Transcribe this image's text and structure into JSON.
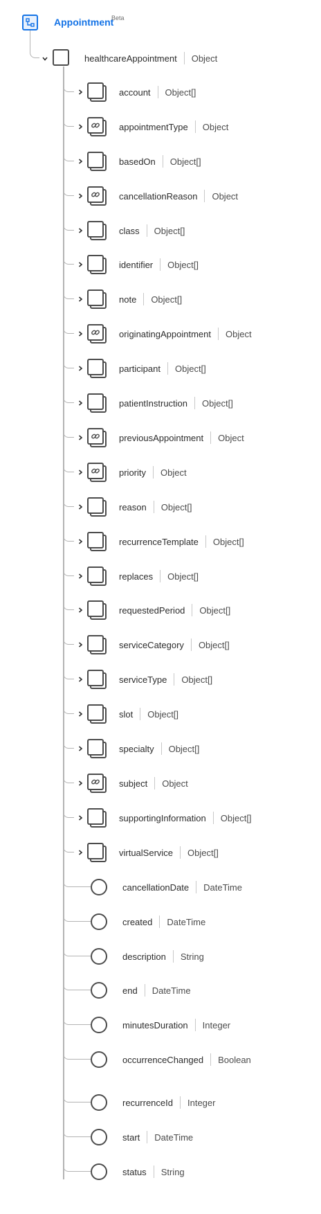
{
  "root": {
    "title": "Appointment",
    "badge": "Beta",
    "icon": "schema-tree-icon"
  },
  "parent": {
    "name": "healthcareAppointment",
    "type": "Object"
  },
  "fields": [
    {
      "name": "account",
      "type": "Object[]",
      "kind": "object",
      "link": false
    },
    {
      "name": "appointmentType",
      "type": "Object",
      "kind": "object",
      "link": true
    },
    {
      "name": "basedOn",
      "type": "Object[]",
      "kind": "object",
      "link": false
    },
    {
      "name": "cancellationReason",
      "type": "Object",
      "kind": "object",
      "link": true
    },
    {
      "name": "class",
      "type": "Object[]",
      "kind": "object",
      "link": false
    },
    {
      "name": "identifier",
      "type": "Object[]",
      "kind": "object",
      "link": false
    },
    {
      "name": "note",
      "type": "Object[]",
      "kind": "object",
      "link": false
    },
    {
      "name": "originatingAppointment",
      "type": "Object",
      "kind": "object",
      "link": true
    },
    {
      "name": "participant",
      "type": "Object[]",
      "kind": "object",
      "link": false
    },
    {
      "name": "patientInstruction",
      "type": "Object[]",
      "kind": "object",
      "link": false
    },
    {
      "name": "previousAppointment",
      "type": "Object",
      "kind": "object",
      "link": true
    },
    {
      "name": "priority",
      "type": "Object",
      "kind": "object",
      "link": true
    },
    {
      "name": "reason",
      "type": "Object[]",
      "kind": "object",
      "link": false
    },
    {
      "name": "recurrenceTemplate",
      "type": "Object[]",
      "kind": "object",
      "link": false
    },
    {
      "name": "replaces",
      "type": "Object[]",
      "kind": "object",
      "link": false
    },
    {
      "name": "requestedPeriod",
      "type": "Object[]",
      "kind": "object",
      "link": false
    },
    {
      "name": "serviceCategory",
      "type": "Object[]",
      "kind": "object",
      "link": false
    },
    {
      "name": "serviceType",
      "type": "Object[]",
      "kind": "object",
      "link": false
    },
    {
      "name": "slot",
      "type": "Object[]",
      "kind": "object",
      "link": false
    },
    {
      "name": "specialty",
      "type": "Object[]",
      "kind": "object",
      "link": false
    },
    {
      "name": "subject",
      "type": "Object",
      "kind": "object",
      "link": true
    },
    {
      "name": "supportingInformation",
      "type": "Object[]",
      "kind": "object",
      "link": false
    },
    {
      "name": "virtualService",
      "type": "Object[]",
      "kind": "object",
      "link": false
    },
    {
      "name": "cancellationDate",
      "type": "DateTime",
      "kind": "primitive",
      "link": false
    },
    {
      "name": "created",
      "type": "DateTime",
      "kind": "primitive",
      "link": false
    },
    {
      "name": "description",
      "type": "String",
      "kind": "primitive",
      "link": false
    },
    {
      "name": "end",
      "type": "DateTime",
      "kind": "primitive",
      "link": false
    },
    {
      "name": "minutesDuration",
      "type": "Integer",
      "kind": "primitive",
      "link": false
    },
    {
      "name": "occurrenceChanged",
      "type": "Boolean",
      "kind": "primitive",
      "link": false
    },
    {
      "name": "recurrenceId",
      "type": "Integer",
      "kind": "primitive",
      "link": false
    },
    {
      "name": "start",
      "type": "DateTime",
      "kind": "primitive",
      "link": false
    },
    {
      "name": "status",
      "type": "String",
      "kind": "primitive",
      "link": false
    }
  ]
}
